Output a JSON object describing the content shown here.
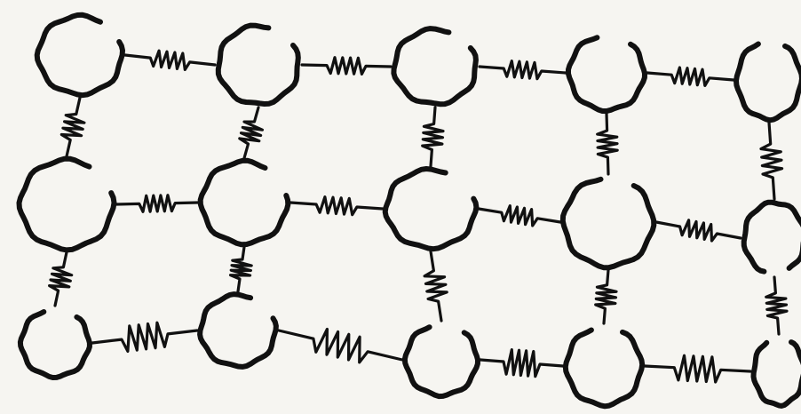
{
  "canvas": {
    "background": "#f6f5f1",
    "ink": "#111111"
  },
  "lattice": {
    "rows": 3,
    "columns": 5,
    "node_shape": "open-circle",
    "connector": "zigzag-spring",
    "horizontal_springs_per_row": 4,
    "vertical_springs_per_column": 2
  }
}
